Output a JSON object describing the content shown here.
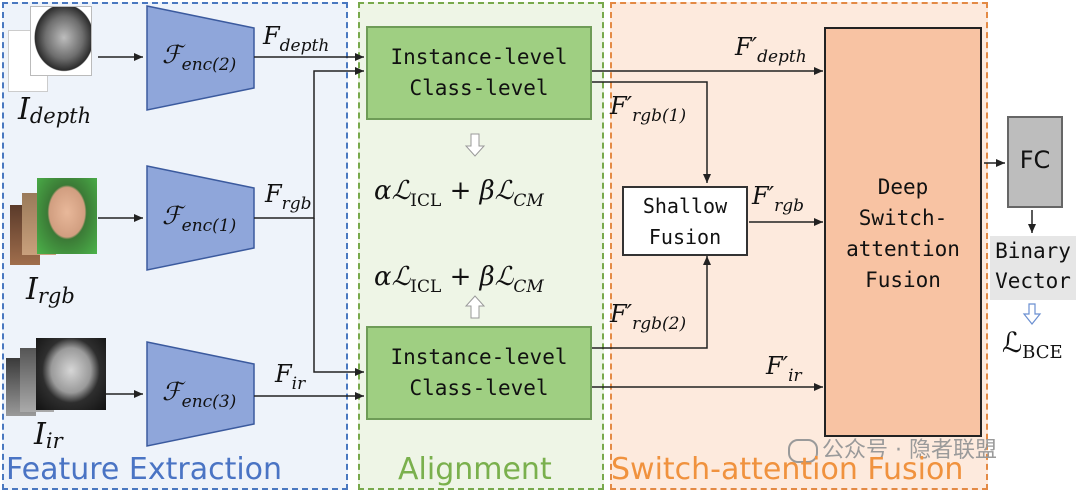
{
  "sections": {
    "feature_extraction": "Feature Extraction",
    "alignment": "Alignment",
    "switch_attention_fusion": "Switch-attention Fusion"
  },
  "inputs": {
    "depth": {
      "main": "I",
      "sub": "depth"
    },
    "rgb": {
      "main": "I",
      "sub": "rgb"
    },
    "ir": {
      "main": "I",
      "sub": "ir"
    }
  },
  "encoders": {
    "depth": {
      "main": "ℱ",
      "sub": "enc(2)"
    },
    "rgb": {
      "main": "ℱ",
      "sub": "enc(1)"
    },
    "ir": {
      "main": "ℱ",
      "sub": "enc(3)"
    }
  },
  "features": {
    "depth": {
      "main": "F",
      "sub": "depth"
    },
    "rgb": {
      "main": "F",
      "sub": "rgb"
    },
    "ir": {
      "main": "F",
      "sub": "ir"
    }
  },
  "alignment_boxes": {
    "top": {
      "line1": "Instance-level",
      "line2": "Class-level"
    },
    "bottom": {
      "line1": "Instance-level",
      "line2": "Class-level"
    }
  },
  "loss": {
    "prefix": "α",
    "L1": "ℒ",
    "L1_sub": "ICL",
    "plus": "+ β",
    "L2": "ℒ",
    "L2_sub": "CM"
  },
  "aligned_features": {
    "depth": {
      "main": "F′",
      "sub": "depth"
    },
    "rgb1": {
      "main": "F′",
      "sub": "rgb(1)"
    },
    "rgb": {
      "main": "F′",
      "sub": "rgb"
    },
    "rgb2": {
      "main": "F′",
      "sub": "rgb(2)"
    },
    "ir": {
      "main": "F′",
      "sub": "ir"
    }
  },
  "shallow_fusion": {
    "line1": "Shallow",
    "line2": "Fusion"
  },
  "deep_fusion": {
    "line1": "Deep",
    "line2": "Switch-",
    "line3": "attention",
    "line4": "Fusion"
  },
  "fc": {
    "label": "FC"
  },
  "output": {
    "line1": "Binary",
    "line2": "Vector"
  },
  "bce": {
    "main": "ℒ",
    "sub": "BCE"
  },
  "watermark": "公众号 · 隐者联盟",
  "colors": {
    "encoder_fill": "#8fa6da",
    "feature_blue": "#4a74c4",
    "alignment_green": "#7ab04d",
    "fusion_orange": "#f0923e",
    "box_green": "#9fcf82",
    "box_orange": "#f8c3a3"
  }
}
